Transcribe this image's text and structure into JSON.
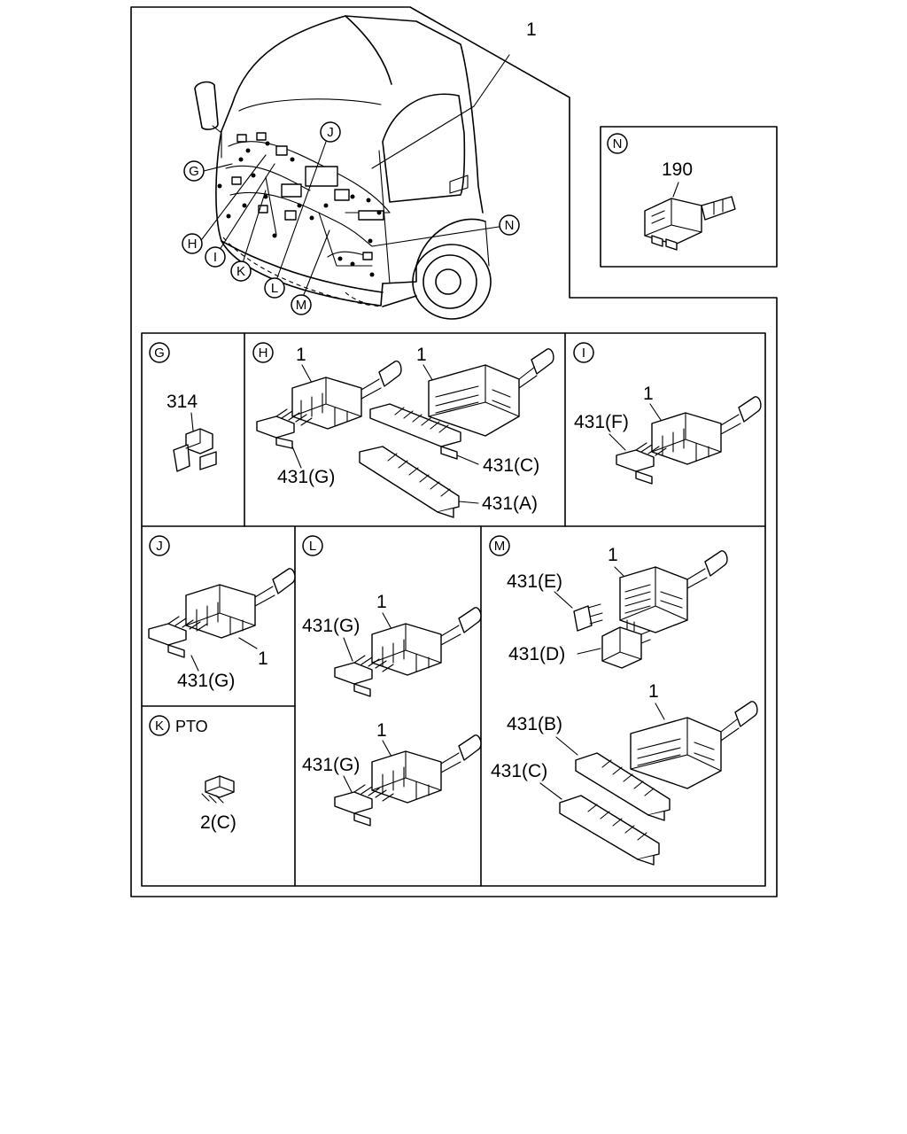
{
  "labels": {
    "main_harness": "1",
    "n_part": "190",
    "g_part": "314",
    "h_conn_1": "1",
    "h_conn_2": "1",
    "h_term_g": "431(G)",
    "h_term_c": "431(C)",
    "h_term_a": "431(A)",
    "i_conn": "1",
    "i_term_f": "431(F)",
    "j_conn": "1",
    "j_term_g": "431(G)",
    "k_title": "PTO",
    "k_part": "2(C)",
    "l_conn_1": "1",
    "l_term_g1": "431(G)",
    "l_conn_2": "1",
    "l_term_g2": "431(G)",
    "m_conn_1": "1",
    "m_term_e": "431(E)",
    "m_term_d": "431(D)",
    "m_conn_2": "1",
    "m_term_b": "431(B)",
    "m_term_c": "431(C)"
  },
  "callouts": {
    "g": "G",
    "h": "H",
    "i": "I",
    "j": "J",
    "k": "K",
    "l": "L",
    "m": "M",
    "n": "N"
  }
}
